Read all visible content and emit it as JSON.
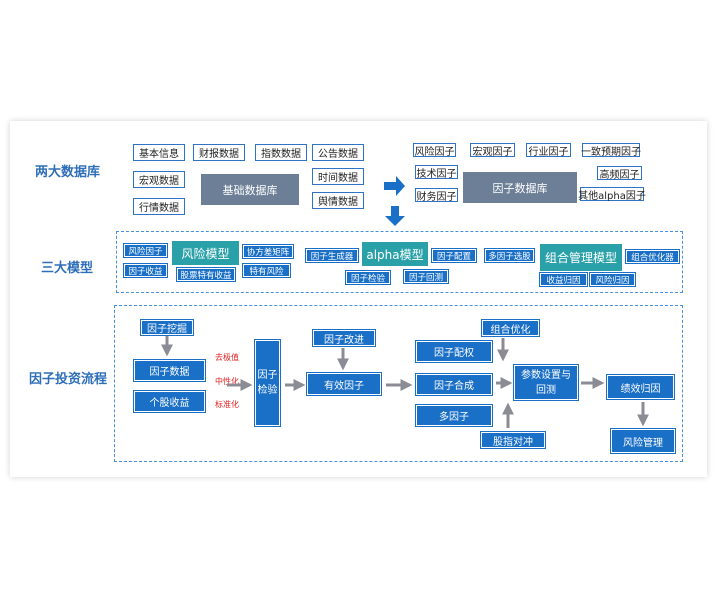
{
  "sections": {
    "databases": "两大数据库",
    "models": "三大模型",
    "process": "因子投资流程"
  },
  "databases": {
    "sources": [
      "基本信息",
      "财报数据",
      "指数数据",
      "公告数据",
      "宏观数据",
      "时间数据",
      "行情数据",
      "舆情数据"
    ],
    "base_db": "基础数据库",
    "factor_groups": [
      "风险因子",
      "宏观因子",
      "行业因子",
      "一致预期因子",
      "技术因子",
      "高频因子",
      "财务因子",
      "其他alpha因子"
    ],
    "factor_db": "因子数据库"
  },
  "models": {
    "risk": {
      "title": "风险模型",
      "items": [
        "风险因子",
        "因子收益",
        "协方差矩阵",
        "股票特有收益",
        "特有风险"
      ]
    },
    "alpha": {
      "title": "alpha模型",
      "items": [
        "因子生成器",
        "因子配置",
        "因子检验",
        "因子回测"
      ]
    },
    "portfolio": {
      "title": "组合管理模型",
      "items": [
        "多因子选股",
        "组合优化器",
        "收益归因",
        "风险归因"
      ]
    }
  },
  "process": {
    "mining": "因子挖掘",
    "factor_data": "因子数据",
    "stock_return": "个股收益",
    "treatments": [
      "去极值",
      "中性化",
      "标准化"
    ],
    "testing": [
      "因子",
      "检验"
    ],
    "improve": "因子改进",
    "valid": "有效因子",
    "weighting": "因子配权",
    "combine": "因子合成",
    "multi": "多因子",
    "portfolio_opt": "组合优化",
    "params": [
      "参数设置与",
      "回测"
    ],
    "hedge": "股指对冲",
    "attribution": "绩效归因",
    "risk_mgmt": "风险管理"
  }
}
